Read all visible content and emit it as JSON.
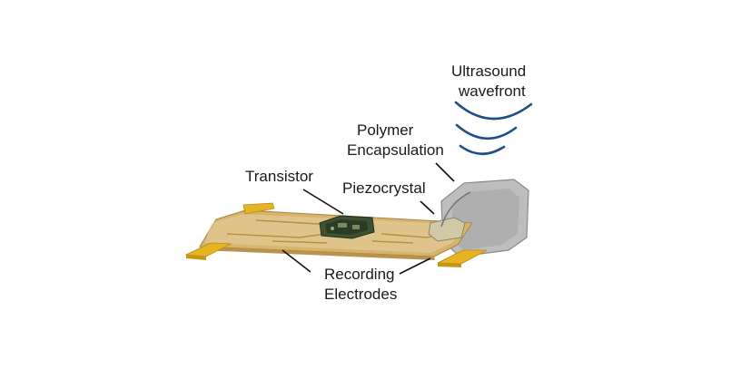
{
  "labels": {
    "ultrasound_line1": "Ultrasound",
    "ultrasound_line2": "wavefront",
    "polymer_line1": "Polymer",
    "polymer_line2": "Encapsulation",
    "transistor": "Transistor",
    "piezocrystal": "Piezocrystal",
    "recording_line1": "Recording",
    "recording_line2": "Electrodes"
  },
  "colors": {
    "wave": "#1f4e8c",
    "substrate": "#d8b46a",
    "electrode": "#e6b422",
    "encapsulation": "#bdbdbd",
    "piezo": "#8f8f8f",
    "transistor": "#3a4a2e",
    "leader": "#111111"
  }
}
